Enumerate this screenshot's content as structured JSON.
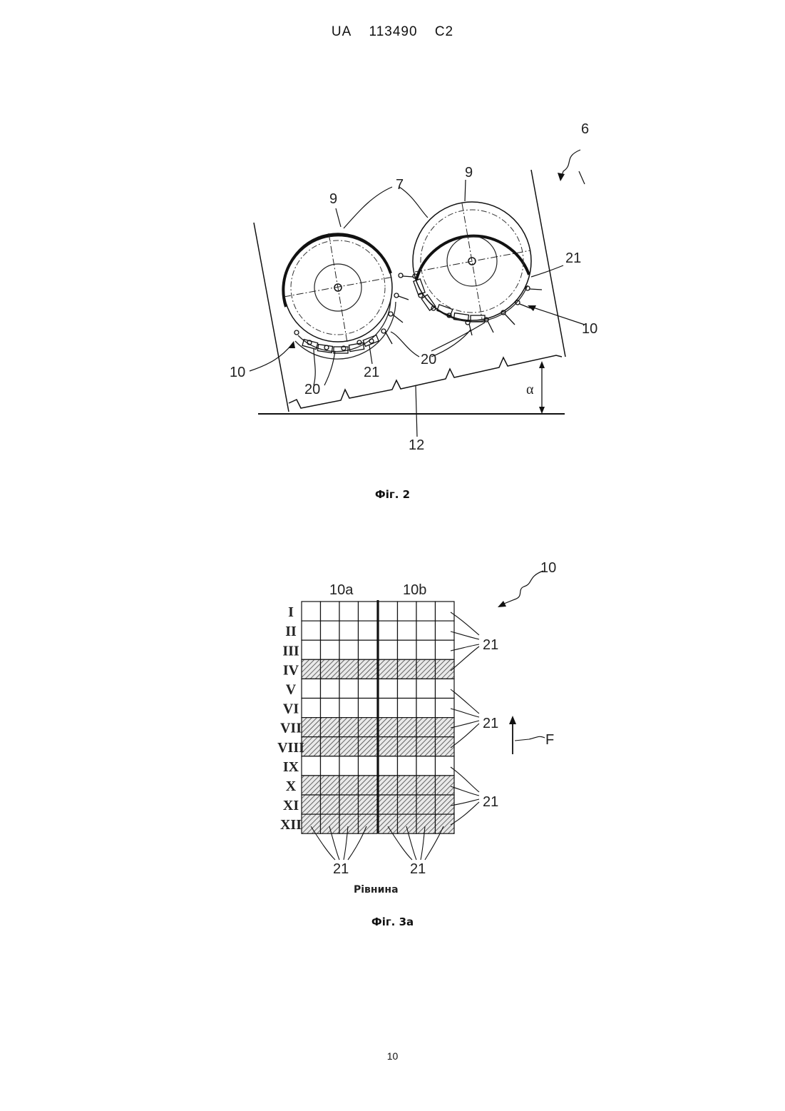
{
  "header": {
    "country": "UA",
    "number": "113490",
    "kind": "C2"
  },
  "page_number": "10",
  "figure2": {
    "caption": "Фіг. 2",
    "labels": {
      "assembly": "6",
      "drum_left": "9",
      "drum_right": "9",
      "drums": "7",
      "belt_right": "21",
      "belt_left": "21",
      "unit_right": "10",
      "unit_left": "10",
      "pads_left": "20",
      "pads_right": "20",
      "base": "12",
      "angle": "α"
    }
  },
  "figure3a": {
    "caption": "Фіг. 3а",
    "unit_label": "10",
    "column_labels": [
      "10a",
      "10b"
    ],
    "rows": [
      {
        "numeral": "I",
        "hatched": false
      },
      {
        "numeral": "II",
        "hatched": false
      },
      {
        "numeral": "III",
        "hatched": false
      },
      {
        "numeral": "IV",
        "hatched": true
      },
      {
        "numeral": "V",
        "hatched": false
      },
      {
        "numeral": "VI",
        "hatched": false
      },
      {
        "numeral": "VII",
        "hatched": true
      },
      {
        "numeral": "VIII",
        "hatched": true
      },
      {
        "numeral": "IX",
        "hatched": false
      },
      {
        "numeral": "X",
        "hatched": true
      },
      {
        "numeral": "XI",
        "hatched": true
      },
      {
        "numeral": "XII",
        "hatched": true
      }
    ],
    "cells_per_half": 4,
    "side_labels": [
      "21",
      "21",
      "21"
    ],
    "bottom_labels": [
      "21",
      "21"
    ],
    "direction_label": "F",
    "base_label": "Рівнина"
  }
}
